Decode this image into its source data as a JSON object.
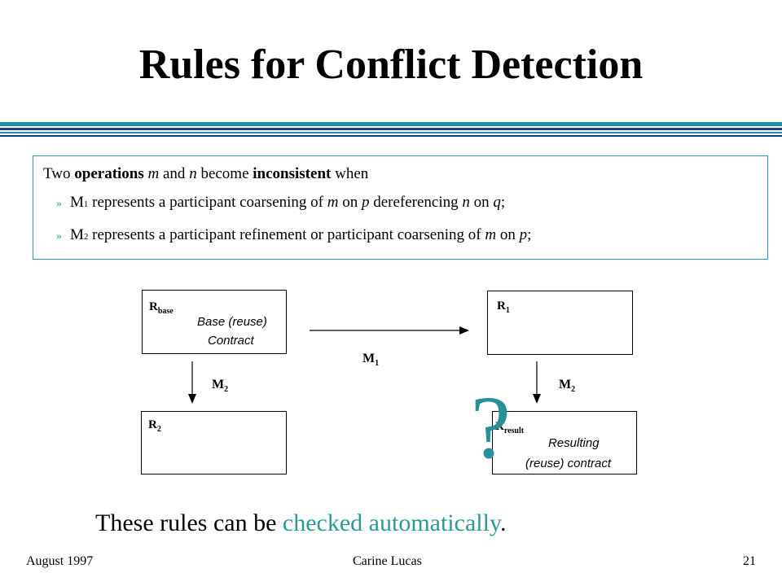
{
  "title": "Rules for Conflict Detection",
  "rules": {
    "intro": {
      "a": "Two ",
      "b": "operations",
      "c": " m",
      "d": " and ",
      "e": "n",
      "f": " become ",
      "g": "inconsistent",
      "h": " when"
    },
    "bullet_glyph": "»",
    "item1": {
      "m": "M",
      "sub": "1",
      "text1": " represents a participant coarsening of ",
      "m_var": "m",
      "text2": " on ",
      "p_var": "p",
      "text3": " dereferencing ",
      "n_var": "n",
      "text4": " on ",
      "q_var": "q",
      "text5": ";"
    },
    "item2": {
      "m": "M",
      "sub": "2",
      "text1": " represents a participant refinement or participant coarsening of ",
      "m_var": "m",
      "text2": " on ",
      "p_var": "p",
      "text3": ";"
    }
  },
  "diagram": {
    "rbase": {
      "r": "R",
      "sub": "base",
      "line1": "Base (reuse)",
      "line2": "Contract"
    },
    "r1": {
      "r": "R",
      "sub": "1"
    },
    "r2": {
      "r": "R",
      "sub": "2"
    },
    "rresult": {
      "r": "R",
      "sub": "result",
      "line1": "Resulting",
      "line2": "(reuse) contract"
    },
    "m1": {
      "m": "M",
      "sub": "1"
    },
    "m2_left": {
      "m": "M",
      "sub": "2"
    },
    "m2_right": {
      "m": "M",
      "sub": "2"
    },
    "question": "?"
  },
  "bottom": {
    "prefix": "These rules can be ",
    "highlight": "checked automatically",
    "suffix": "."
  },
  "footer": {
    "date": "August 1997",
    "author": "Carine Lucas",
    "page": "21"
  },
  "colors": {
    "accent": "#2e9aa8",
    "highlight": "#2a9a94",
    "rule_dark": "#1a3f7a"
  }
}
